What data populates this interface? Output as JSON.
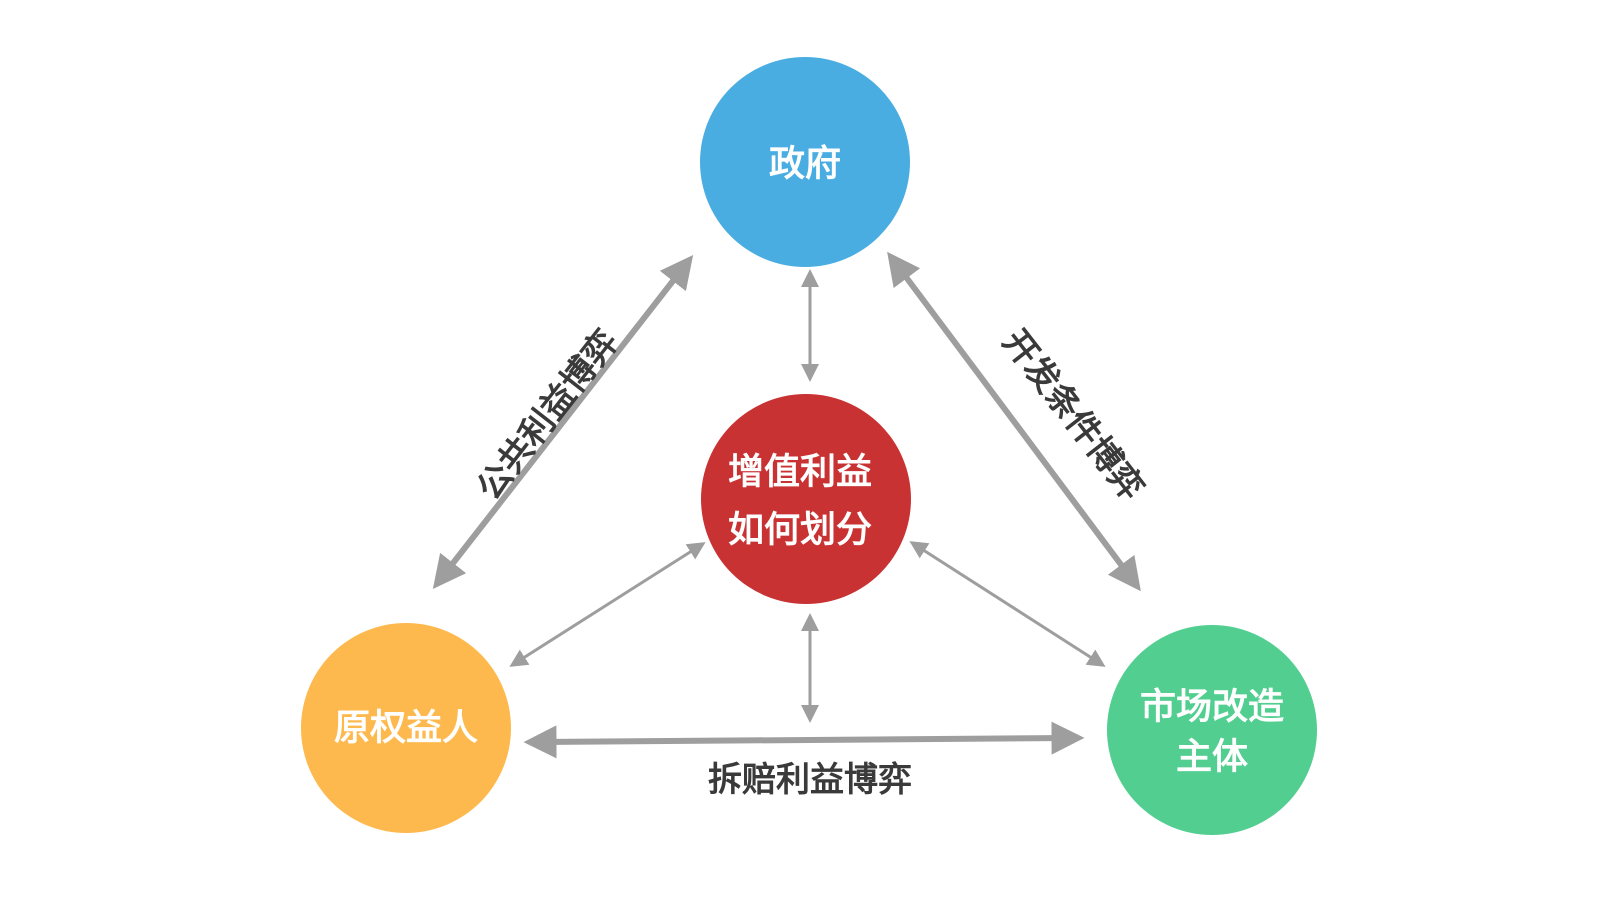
{
  "nodes": {
    "government": {
      "label": "政府",
      "color": "#4aade2"
    },
    "center": {
      "line1": "增值利益",
      "line2": "如何划分",
      "color": "#c93233"
    },
    "original_owner": {
      "label": "原权益人",
      "color": "#fdb94d"
    },
    "market_entity": {
      "line1": "市场改造",
      "line2": "主体",
      "color": "#52cf90"
    }
  },
  "edges": {
    "left": {
      "label": "公共利益博弈"
    },
    "right": {
      "label": "开发条件博弈"
    },
    "bottom": {
      "label": "拆赔利益博弈"
    }
  },
  "colors": {
    "arrow": "#9e9e9e",
    "edge_text": "#3a3a3a",
    "background": "#ffffff"
  }
}
